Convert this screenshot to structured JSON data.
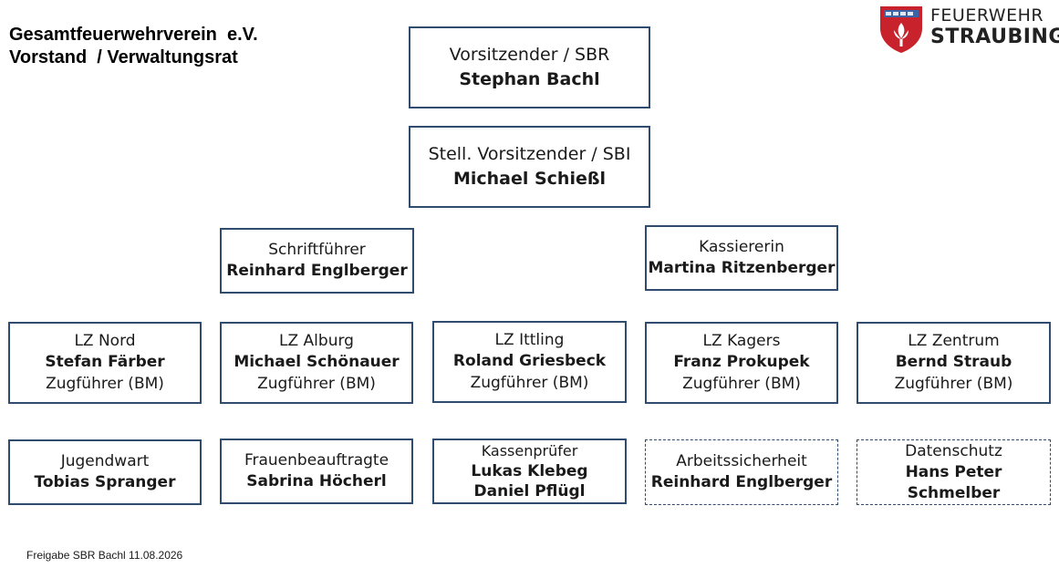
{
  "header": {
    "title_line1": "Gesamtfeuerwehrverein  e.V.",
    "title_line2": "Vorstand  / Verwaltungsrat"
  },
  "logo": {
    "line1": "FEUERWEHR",
    "line2": "STRAUBING",
    "icon": "fire-department-shield-icon",
    "colors": {
      "shield": "#c8232c",
      "accent": "#ffffff"
    }
  },
  "chairman": {
    "role": "Vorsitzender / SBR",
    "name": "Stephan Bachl"
  },
  "vice_chairman": {
    "role": "Stell. Vorsitzender / SBI",
    "name": "Michael Schießl"
  },
  "secretary": {
    "role": "Schriftführer",
    "name": "Reinhard Englberger"
  },
  "treasurer": {
    "role": "Kassiererin",
    "name": "Martina Ritzenberger"
  },
  "platoons": [
    {
      "role": "LZ Nord",
      "name": "Stefan Färber",
      "sub": "Zugführer (BM)"
    },
    {
      "role": "LZ Alburg",
      "name": "Michael Schönauer",
      "sub": "Zugführer (BM)"
    },
    {
      "role": "LZ Ittling",
      "name": "Roland Griesbeck",
      "sub": "Zugführer (BM)"
    },
    {
      "role": "LZ Kagers",
      "name": "Franz Prokupek",
      "sub": "Zugführer (BM)"
    },
    {
      "role": "LZ Zentrum",
      "name": "Bernd Straub",
      "sub": "Zugführer (BM)"
    }
  ],
  "officers": [
    {
      "role": "Jugendwart",
      "name": "Tobias Spranger"
    },
    {
      "role": "Frauenbeauftragte",
      "name": "Sabrina Höcherl"
    },
    {
      "role": "Kassenprüfer",
      "name": "Lukas Klebeg",
      "name2": "Daniel Pflügl"
    },
    {
      "role": "Arbeitssicherheit",
      "name": "Reinhard Englberger"
    },
    {
      "role": "Datenschutz",
      "name": "Hans Peter Schmelber"
    }
  ],
  "footer": {
    "text": "Freigabe SBR Bachl 11.08.2026"
  },
  "colors": {
    "border": "#2f4b6e",
    "text": "#1a1a1a"
  }
}
